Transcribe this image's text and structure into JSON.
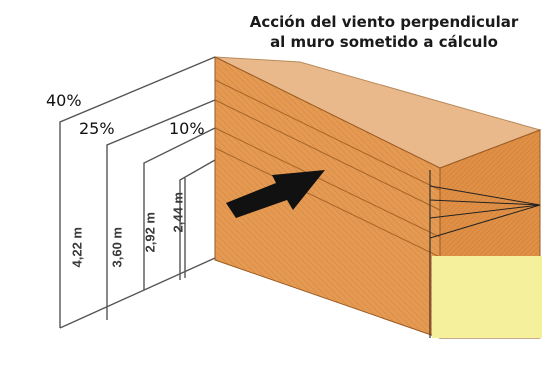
{
  "title": {
    "line1": "Acción del viento perpendicular",
    "line2": "al muro sometido a cálculo"
  },
  "percentages": {
    "p40": "40%",
    "p25": "25%",
    "p10": "10%"
  },
  "heights": {
    "h1": "4,22 m",
    "h2": "3,60 m",
    "h3": "2,92 m",
    "h4": "2,44 m"
  },
  "icons": {
    "wind": "wind-arrow-icon"
  },
  "colors": {
    "wall": "#e49a52",
    "wall_dark": "#c8782f",
    "roof": "#e9b98b",
    "floor": "#f5f09b",
    "arrow": "#111111",
    "lines": "#555555"
  }
}
